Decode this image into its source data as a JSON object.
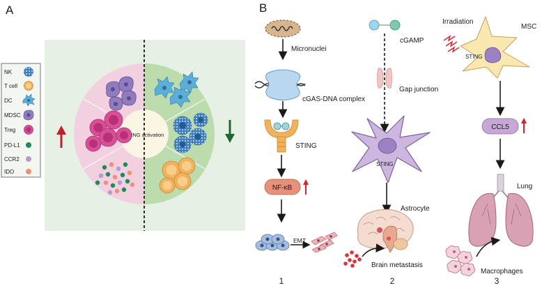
{
  "panel_a": {
    "label": "A",
    "center_label": "STING activation",
    "legend": [
      {
        "label": "NK",
        "icon": "nk-cell-icon",
        "color": "#3f7fc0"
      },
      {
        "label": "T cell",
        "icon": "t-cell-icon",
        "color": "#f2b15c"
      },
      {
        "label": "DC",
        "icon": "dc-cell-icon",
        "color": "#5aaed8"
      },
      {
        "label": "MDSC",
        "icon": "mdsc-cell-icon",
        "color": "#8f7bbd"
      },
      {
        "label": "Treg",
        "icon": "treg-cell-icon",
        "color": "#d94f95"
      },
      {
        "label": "PD-L1",
        "icon": "pdl1-dot-icon",
        "color": "#1e8a5c"
      },
      {
        "label": "CCR2",
        "icon": "ccr2-dot-icon",
        "color": "#b39ccf"
      },
      {
        "label": "IDO",
        "icon": "ido-dot-icon",
        "color": "#ef8f7a"
      }
    ],
    "arrow_up_color": "#c0202a",
    "arrow_down_color": "#1e6a2e",
    "left_bg": "#f3d0df",
    "right_bg": "#bcdcae",
    "panel_bg": "#e6f0e4"
  },
  "panel_b": {
    "label": "B",
    "col1": {
      "micronuclei": "Micronuclei",
      "complex": "cGAS-DNA complex",
      "sting": "STING",
      "nfkb": "NF-κB",
      "emt": "EMT",
      "number": "1"
    },
    "col2": {
      "cgamp": "cGAMP",
      "gap_junction": "Gap junction",
      "sting": "STING",
      "astrocyte": "Astrocyte",
      "brain_metastasis": "Brain metastasis",
      "number": "2"
    },
    "col3": {
      "irradiation": "Irradiation",
      "msc": "MSC",
      "sting": "STING",
      "ccl5": "CCL5",
      "lung": "Lung",
      "macrophages": "Macrophages",
      "number": "3"
    },
    "accent_red": "#d8222b",
    "nfkb_fill": "#e8907a",
    "ccl5_fill": "#c6a7d6"
  }
}
